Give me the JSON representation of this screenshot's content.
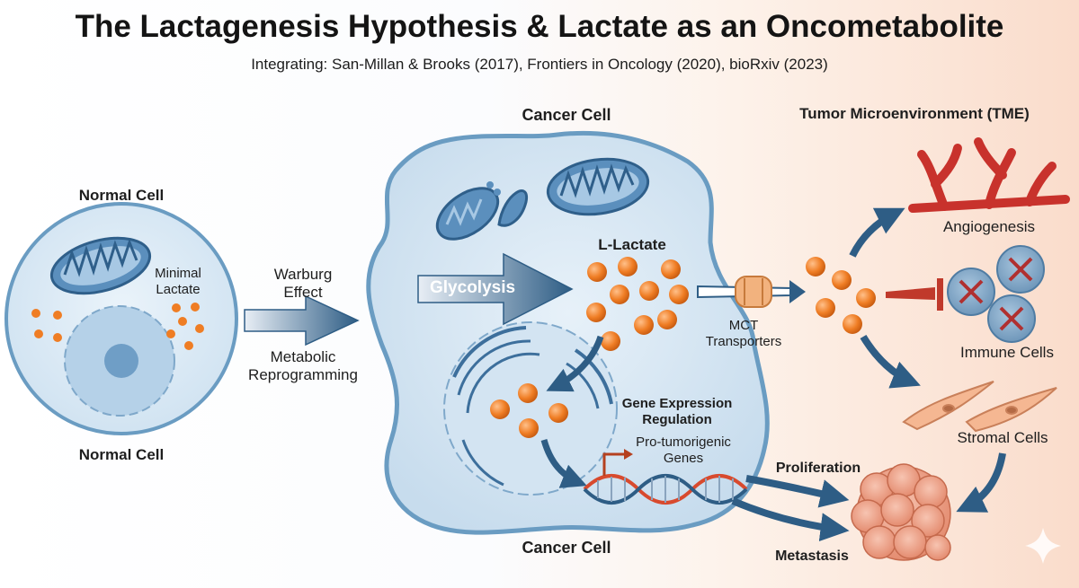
{
  "title": "The Lactagenesis Hypothesis & Lactate as an Oncometabolite",
  "subtitle": "Integrating: San-Millan & Brooks (2017), Frontiers in Oncology (2020), bioRxiv (2023)",
  "normal_cell": {
    "label_top": "Normal Cell",
    "label_bottom": "Normal Cell",
    "minimal_lactate_1": "Minimal",
    "minimal_lactate_2": "Lactate"
  },
  "transition": {
    "warburg_1": "Warburg",
    "warburg_2": "Effect",
    "metabolic_1": "Metabolic",
    "metabolic_2": "Reprogramming"
  },
  "cancer_cell": {
    "label_top": "Cancer Cell",
    "label_bottom": "Cancer Cell",
    "glycolysis": "Glycolysis",
    "l_lactate": "L-Lactate",
    "mct_1": "MCT",
    "mct_2": "Transporters",
    "gene_expr_1": "Gene Expression",
    "gene_expr_2": "Regulation",
    "pro_1": "Pro-tumorigenic",
    "pro_2": "Genes"
  },
  "tme": {
    "heading": "Tumor Microenvironment (TME)",
    "angiogenesis": "Angiogenesis",
    "immune_cells": "Immune Cells",
    "stromal_cells": "Stromal Cells",
    "proliferation": "Proliferation",
    "metastasis": "Metastasis"
  },
  "colors": {
    "lactate": "#ef7d24",
    "arrow": "#2e5d85",
    "cell_fill": "#d9e9f5",
    "cell_stroke": "#6a9cc2",
    "vessel": "#c8322c",
    "inhibit": "#c0392b"
  }
}
